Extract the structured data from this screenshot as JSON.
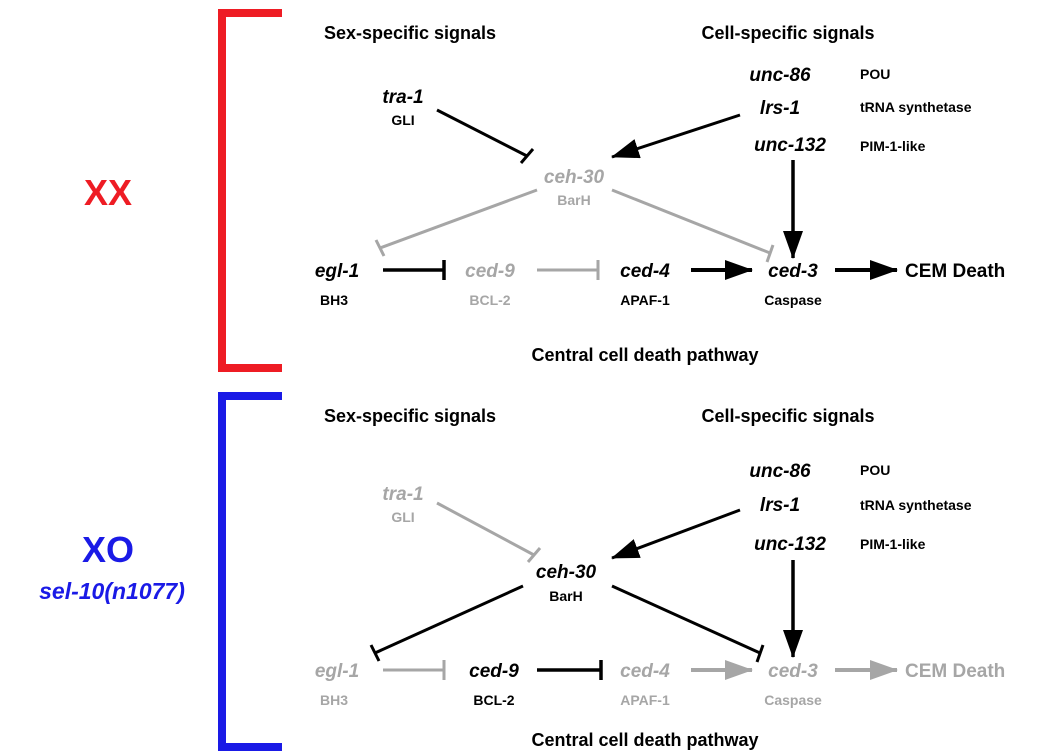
{
  "colors": {
    "active": "#000000",
    "inactive": "#a6a6a6",
    "xx": "#ee1c24",
    "xo": "#1a1ae6"
  },
  "panels": [
    {
      "sex_label": "XX",
      "strain_label": "",
      "sex_signals_header": "Sex-specific signals",
      "cell_signals_header": "Cell-specific signals",
      "pathway_label": "Central cell death pathway",
      "tra1": {
        "gene": "tra-1",
        "protein": "GLI"
      },
      "ceh30": {
        "gene": "ceh-30",
        "protein": "BarH"
      },
      "egl1": {
        "gene": "egl-1",
        "protein": "BH3"
      },
      "ced9": {
        "gene": "ced-9",
        "protein": "BCL-2"
      },
      "ced4": {
        "gene": "ced-4",
        "protein": "APAF-1"
      },
      "ced3": {
        "gene": "ced-3",
        "protein": "Caspase"
      },
      "death": "CEM Death",
      "cell_genes": [
        {
          "gene": "unc-86",
          "annotation": "POU"
        },
        {
          "gene": "lrs-1",
          "annotation": "tRNA synthetase"
        },
        {
          "gene": "unc-132",
          "annotation": "PIM-1-like"
        }
      ]
    },
    {
      "sex_label": "XO",
      "strain_label": "sel-10(n1077)",
      "sex_signals_header": "Sex-specific signals",
      "cell_signals_header": "Cell-specific signals",
      "pathway_label": "Central cell death pathway",
      "tra1": {
        "gene": "tra-1",
        "protein": "GLI"
      },
      "ceh30": {
        "gene": "ceh-30",
        "protein": "BarH"
      },
      "egl1": {
        "gene": "egl-1",
        "protein": "BH3"
      },
      "ced9": {
        "gene": "ced-9",
        "protein": "BCL-2"
      },
      "ced4": {
        "gene": "ced-4",
        "protein": "APAF-1"
      },
      "ced3": {
        "gene": "ced-3",
        "protein": "Caspase"
      },
      "death": "CEM Death",
      "cell_genes": [
        {
          "gene": "unc-86",
          "annotation": "POU"
        },
        {
          "gene": "lrs-1",
          "annotation": "tRNA synthetase"
        },
        {
          "gene": "unc-132",
          "annotation": "PIM-1-like"
        }
      ]
    }
  ]
}
